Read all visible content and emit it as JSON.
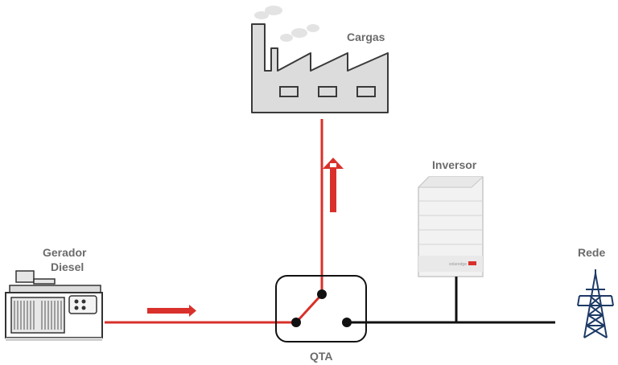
{
  "labels": {
    "loads": "Cargas",
    "inverter": "Inversor",
    "generator_line1": "Gerador",
    "generator_line2": "Diesel",
    "grid": "Rede",
    "transfer_switch": "QTA"
  },
  "inverter_brand": "solaredge",
  "colors": {
    "active_line": "#d9302b",
    "inactive_line": "#111111",
    "label_text": "#6b6b6b",
    "device_gray": "#d9d9d9"
  },
  "icons": {
    "loads": "factory-icon",
    "inverter": "inverter-icon",
    "generator": "diesel-generator-icon",
    "grid": "transmission-tower-icon",
    "power_flow": "arrow-icon"
  }
}
